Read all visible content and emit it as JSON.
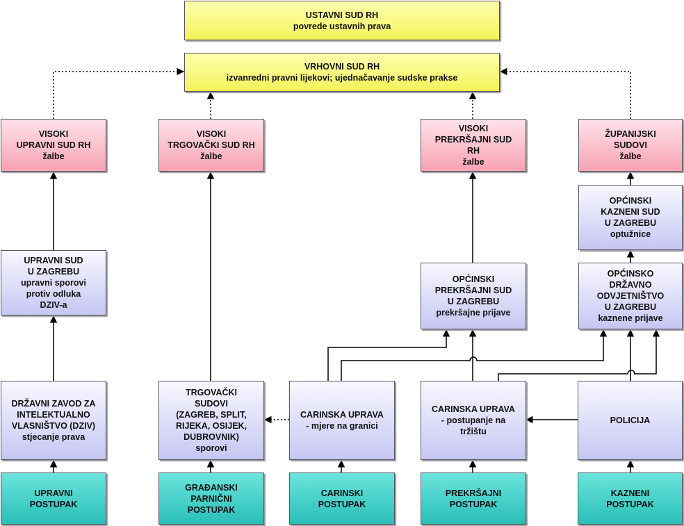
{
  "boxes": {
    "ustavni": {
      "line1": "USTAVNI SUD RH",
      "line2": "povrede ustavnih prava",
      "color": "#f5f56a"
    },
    "vrhovni": {
      "line1": "VRHOVNI SUD RH",
      "line2": "izvanredni pravni lijekovi; ujednačavanje sudske prakse",
      "color": "#f5f56a"
    },
    "visoki_upravni": {
      "line1": "VISOKI",
      "line2": "UPRAVNI SUD RH",
      "line3": "žalbe",
      "color": "#f7a9b8"
    },
    "visoki_trgovacki": {
      "line1": "VISOKI",
      "line2": "TRGOVAČKI SUD RH",
      "line3": "žalbe",
      "color": "#f7a9b8"
    },
    "visoki_prekrsajni": {
      "line1": "VISOKI",
      "line2": "PREKRŠAJNI SUD",
      "line3": "RH",
      "line4": "žalbe",
      "color": "#f7a9b8"
    },
    "zupanijski": {
      "line1": "ŽUPANIJSKI",
      "line2": "SUDOVI",
      "line3": "žalbe",
      "color": "#f7a9b8"
    },
    "opcinski_kazneni": {
      "line1": "OPĆINSKI",
      "line2": "KAZNENI SUD",
      "line3": "U ZAGREBU",
      "line4": "optužnice",
      "color": "#cacaf5"
    },
    "upravni_sud": {
      "line1": "UPRAVNI SUD",
      "line2": "U ZAGREBU",
      "line3": "upravni sporovi",
      "line4": "protiv odluka",
      "line5": "DZIV-a",
      "color": "#cacaf5"
    },
    "opcinski_prekrsajni": {
      "line1": "OPĆINSKI",
      "line2": "PREKRŠAJNI SUD",
      "line3": "U ZAGREBU",
      "line4": "prekršajne prijave",
      "color": "#cacaf5"
    },
    "odvjetnistvo": {
      "line1": "OPĆINSKO",
      "line2": "DRŽAVNO",
      "line3": "ODVJETNIŠTVO",
      "line4": "U ZAGREBU",
      "line5": "kaznene prijave",
      "color": "#cacaf5"
    },
    "dziv": {
      "line1": "DRŽAVNI ZAVOD ZA",
      "line2": "INTELEKTUALNO",
      "line3": "VLASNIŠTVO (DZIV)",
      "line4": "stjecanje prava",
      "color": "#cacaf5"
    },
    "trgovacki_sudovi": {
      "line1": "TRGOVAČKI",
      "line2": "SUDOVI",
      "line3": "(ZAGREB, SPLIT,",
      "line4": "RIJEKA, OSIJEK,",
      "line5": "DUBROVNIK)",
      "line6": "sporovi",
      "color": "#cacaf5"
    },
    "carinska_granica": {
      "line1": "CARINSKA UPRAVA",
      "line2": "- mjere na granici",
      "color": "#cacaf5"
    },
    "carinska_trziste": {
      "line1": "CARINSKA UPRAVA",
      "line2": "- postupanje na",
      "line3": "tržištu",
      "color": "#cacaf5"
    },
    "policija": {
      "line1": "POLICIJA",
      "color": "#cacaf5"
    },
    "upravni_postupak": {
      "line1": "UPRAVNI",
      "line2": "POSTUPAK",
      "color": "#2fc4bd"
    },
    "gradjanski_postupak": {
      "line1": "GRAĐANSKI",
      "line2": "PARNIČNI",
      "line3": "POSTUPAK",
      "color": "#2fc4bd"
    },
    "carinski_postupak": {
      "line1": "CARINSKI",
      "line2": "POSTUPAK",
      "color": "#2fc4bd"
    },
    "prekrsajni_postupak": {
      "line1": "PREKRŠAJNI",
      "line2": "POSTUPAK",
      "color": "#2fc4bd"
    },
    "kazneni_postupak": {
      "line1": "KAZNENI",
      "line2": "POSTUPAK",
      "color": "#2fc4bd"
    }
  },
  "edges": [
    {
      "from": "upravni_postupak",
      "to": "dziv",
      "style": "solid"
    },
    {
      "from": "dziv",
      "to": "upravni_sud",
      "style": "solid"
    },
    {
      "from": "upravni_sud",
      "to": "visoki_upravni",
      "style": "solid"
    },
    {
      "from": "visoki_upravni",
      "to": "vrhovni",
      "style": "dotted"
    },
    {
      "from": "gradjanski_postupak",
      "to": "trgovacki_sudovi",
      "style": "solid"
    },
    {
      "from": "trgovacki_sudovi",
      "to": "visoki_trgovacki",
      "style": "solid"
    },
    {
      "from": "visoki_trgovacki",
      "to": "vrhovni",
      "style": "dotted"
    },
    {
      "from": "carinski_postupak",
      "to": "carinska_granica",
      "style": "solid"
    },
    {
      "from": "carinska_granica",
      "to": "trgovacki_sudovi",
      "style": "dotted"
    },
    {
      "from": "carinska_granica",
      "to": "opcinski_prekrsajni",
      "style": "solid"
    },
    {
      "from": "carinska_granica",
      "to": "odvjetnistvo",
      "style": "solid"
    },
    {
      "from": "prekrsajni_postupak",
      "to": "carinska_trziste",
      "style": "solid"
    },
    {
      "from": "carinska_trziste",
      "to": "opcinski_prekrsajni",
      "style": "solid"
    },
    {
      "from": "carinska_trziste",
      "to": "odvjetnistvo",
      "style": "solid"
    },
    {
      "from": "opcinski_prekrsajni",
      "to": "visoki_prekrsajni",
      "style": "solid"
    },
    {
      "from": "visoki_prekrsajni",
      "to": "vrhovni",
      "style": "dotted"
    },
    {
      "from": "kazneni_postupak",
      "to": "policija",
      "style": "solid"
    },
    {
      "from": "policija",
      "to": "carinska_trziste",
      "style": "solid"
    },
    {
      "from": "policija",
      "to": "odvjetnistvo",
      "style": "solid"
    },
    {
      "from": "odvjetnistvo",
      "to": "opcinski_kazneni",
      "style": "solid"
    },
    {
      "from": "opcinski_kazneni",
      "to": "zupanijski",
      "style": "solid"
    },
    {
      "from": "zupanijski",
      "to": "vrhovni",
      "style": "dotted"
    }
  ]
}
